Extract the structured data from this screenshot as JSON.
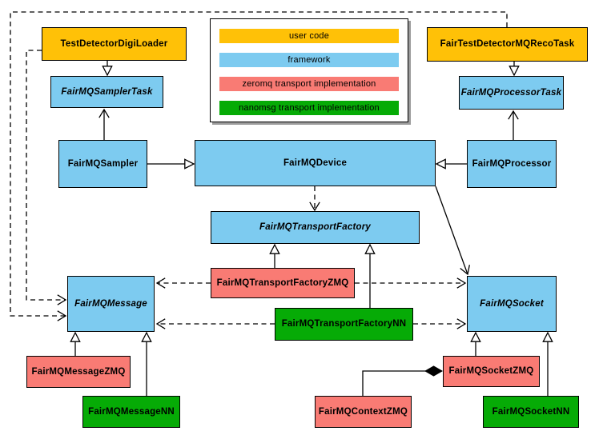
{
  "diagram": {
    "kind": "uml-class-diagram",
    "colors": {
      "user_code": "#FFC107",
      "framework": "#7DCBF0",
      "zeromq": "#F97B74",
      "nanomsg": "#06AB06",
      "line": "#000000",
      "background": "#FFFFFF",
      "legend_shadow": "#9C9C9C"
    },
    "legend": {
      "items": [
        {
          "label": "user code",
          "category": "user_code"
        },
        {
          "label": "framework",
          "category": "framework"
        },
        {
          "label": "zeromq transport implementation",
          "category": "zeromq"
        },
        {
          "label": "nanomsg transport implementation",
          "category": "nanomsg"
        }
      ]
    },
    "classes": [
      {
        "id": "TestDetectorDigiLoader",
        "label": "TestDetectorDigiLoader",
        "category": "user_code",
        "abstract": false
      },
      {
        "id": "FairTestDetectorMQRecoTask",
        "label": "FairTestDetectorMQRecoTask",
        "category": "user_code",
        "abstract": false
      },
      {
        "id": "FairMQSamplerTask",
        "label": "FairMQSamplerTask",
        "category": "framework",
        "abstract": true
      },
      {
        "id": "FairMQProcessorTask",
        "label": "FairMQProcessorTask",
        "category": "framework",
        "abstract": true
      },
      {
        "id": "FairMQSampler",
        "label": "FairMQSampler",
        "category": "framework",
        "abstract": false
      },
      {
        "id": "FairMQDevice",
        "label": "FairMQDevice",
        "category": "framework",
        "abstract": false
      },
      {
        "id": "FairMQProcessor",
        "label": "FairMQProcessor",
        "category": "framework",
        "abstract": false
      },
      {
        "id": "FairMQTransportFactory",
        "label": "FairMQTransportFactory",
        "category": "framework",
        "abstract": true
      },
      {
        "id": "FairMQTransportFactoryZMQ",
        "label": "FairMQTransportFactoryZMQ",
        "category": "zeromq",
        "abstract": false
      },
      {
        "id": "FairMQTransportFactoryNN",
        "label": "FairMQTransportFactoryNN",
        "category": "nanomsg",
        "abstract": false
      },
      {
        "id": "FairMQMessage",
        "label": "FairMQMessage",
        "category": "framework",
        "abstract": true
      },
      {
        "id": "FairMQSocket",
        "label": "FairMQSocket",
        "category": "framework",
        "abstract": true
      },
      {
        "id": "FairMQMessageZMQ",
        "label": "FairMQMessageZMQ",
        "category": "zeromq",
        "abstract": false
      },
      {
        "id": "FairMQMessageNN",
        "label": "FairMQMessageNN",
        "category": "nanomsg",
        "abstract": false
      },
      {
        "id": "FairMQContextZMQ",
        "label": "FairMQContextZMQ",
        "category": "zeromq",
        "abstract": false
      },
      {
        "id": "FairMQSocketZMQ",
        "label": "FairMQSocketZMQ",
        "category": "zeromq",
        "abstract": false
      },
      {
        "id": "FairMQSocketNN",
        "label": "FairMQSocketNN",
        "category": "nanomsg",
        "abstract": false
      }
    ],
    "relationships": [
      {
        "from": "TestDetectorDigiLoader",
        "to": "FairMQSamplerTask",
        "type": "inheritance"
      },
      {
        "from": "FairTestDetectorMQRecoTask",
        "to": "FairMQProcessorTask",
        "type": "inheritance"
      },
      {
        "from": "FairMQSampler",
        "to": "FairMQDevice",
        "type": "inheritance"
      },
      {
        "from": "FairMQProcessor",
        "to": "FairMQDevice",
        "type": "inheritance"
      },
      {
        "from": "FairMQTransportFactoryZMQ",
        "to": "FairMQTransportFactory",
        "type": "inheritance"
      },
      {
        "from": "FairMQTransportFactoryNN",
        "to": "FairMQTransportFactory",
        "type": "inheritance"
      },
      {
        "from": "FairMQMessageZMQ",
        "to": "FairMQMessage",
        "type": "inheritance"
      },
      {
        "from": "FairMQMessageNN",
        "to": "FairMQMessage",
        "type": "inheritance"
      },
      {
        "from": "FairMQSocketZMQ",
        "to": "FairMQSocket",
        "type": "inheritance"
      },
      {
        "from": "FairMQSocketNN",
        "to": "FairMQSocket",
        "type": "inheritance"
      },
      {
        "from": "FairMQSampler",
        "to": "FairMQSamplerTask",
        "type": "association"
      },
      {
        "from": "FairMQProcessor",
        "to": "FairMQProcessorTask",
        "type": "association"
      },
      {
        "from": "FairMQDevice",
        "to": "FairMQSocket",
        "type": "association"
      },
      {
        "from": "FairMQDevice",
        "to": "FairMQTransportFactory",
        "type": "dependency"
      },
      {
        "from": "FairMQTransportFactoryZMQ",
        "to": "FairMQMessage",
        "type": "dependency"
      },
      {
        "from": "FairMQTransportFactoryZMQ",
        "to": "FairMQSocket",
        "type": "dependency"
      },
      {
        "from": "FairMQTransportFactoryNN",
        "to": "FairMQMessage",
        "type": "dependency"
      },
      {
        "from": "FairMQTransportFactoryNN",
        "to": "FairMQSocket",
        "type": "dependency"
      },
      {
        "from": "TestDetectorDigiLoader",
        "to": "FairMQMessage",
        "type": "dependency"
      },
      {
        "from": "FairTestDetectorMQRecoTask",
        "to": "FairMQMessage",
        "type": "dependency"
      },
      {
        "from": "FairMQContextZMQ",
        "to": "FairMQSocketZMQ",
        "type": "composition"
      }
    ]
  }
}
